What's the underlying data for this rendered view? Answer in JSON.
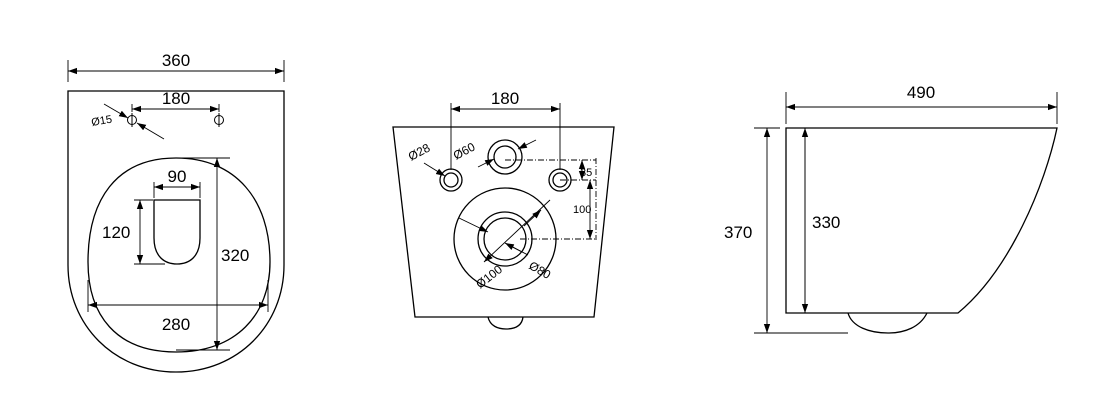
{
  "front": {
    "width": "360",
    "hole_spacing": "180",
    "hole_dia": "Ø15",
    "seat_width": "90",
    "seat_depth": "120",
    "bowl_length": "320",
    "bowl_width": "280"
  },
  "rear": {
    "bolt_spacing": "180",
    "inlet_left_dia": "Ø28",
    "inlet_top_dia": "Ø60",
    "offset_top": "35",
    "offset_side": "100",
    "outlet_inner_dia": "Ø80",
    "outlet_outer_dia": "Ø100"
  },
  "side": {
    "length": "490",
    "total_height": "370",
    "rim_height": "330"
  }
}
